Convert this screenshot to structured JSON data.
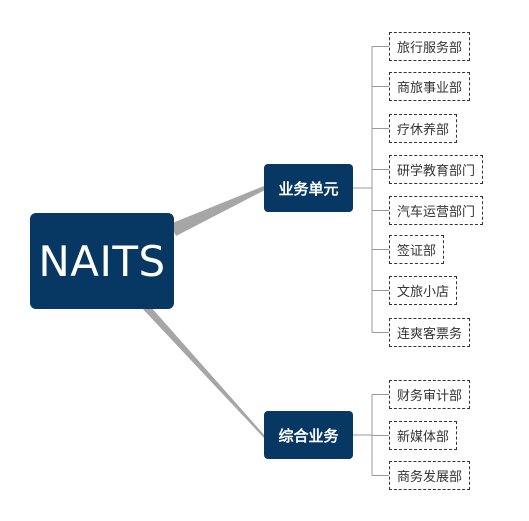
{
  "root": {
    "label": "NAITS"
  },
  "branches": [
    {
      "label": "业务单元",
      "leaves": [
        "旅行服务部",
        "商旅事业部",
        "疗休养部",
        "研学教育部门",
        "汽车运营部门",
        "签证部",
        "文旅小店",
        "连爽客票务"
      ]
    },
    {
      "label": "综合业务",
      "leaves": [
        "财务审计部",
        "新媒体部",
        "商务发展部"
      ]
    }
  ],
  "colors": {
    "node_fill": "#063863",
    "node_text": "#ffffff",
    "trunk": "#a6a6a6",
    "leaf_border": "#333333",
    "leaf_text": "#333333"
  }
}
